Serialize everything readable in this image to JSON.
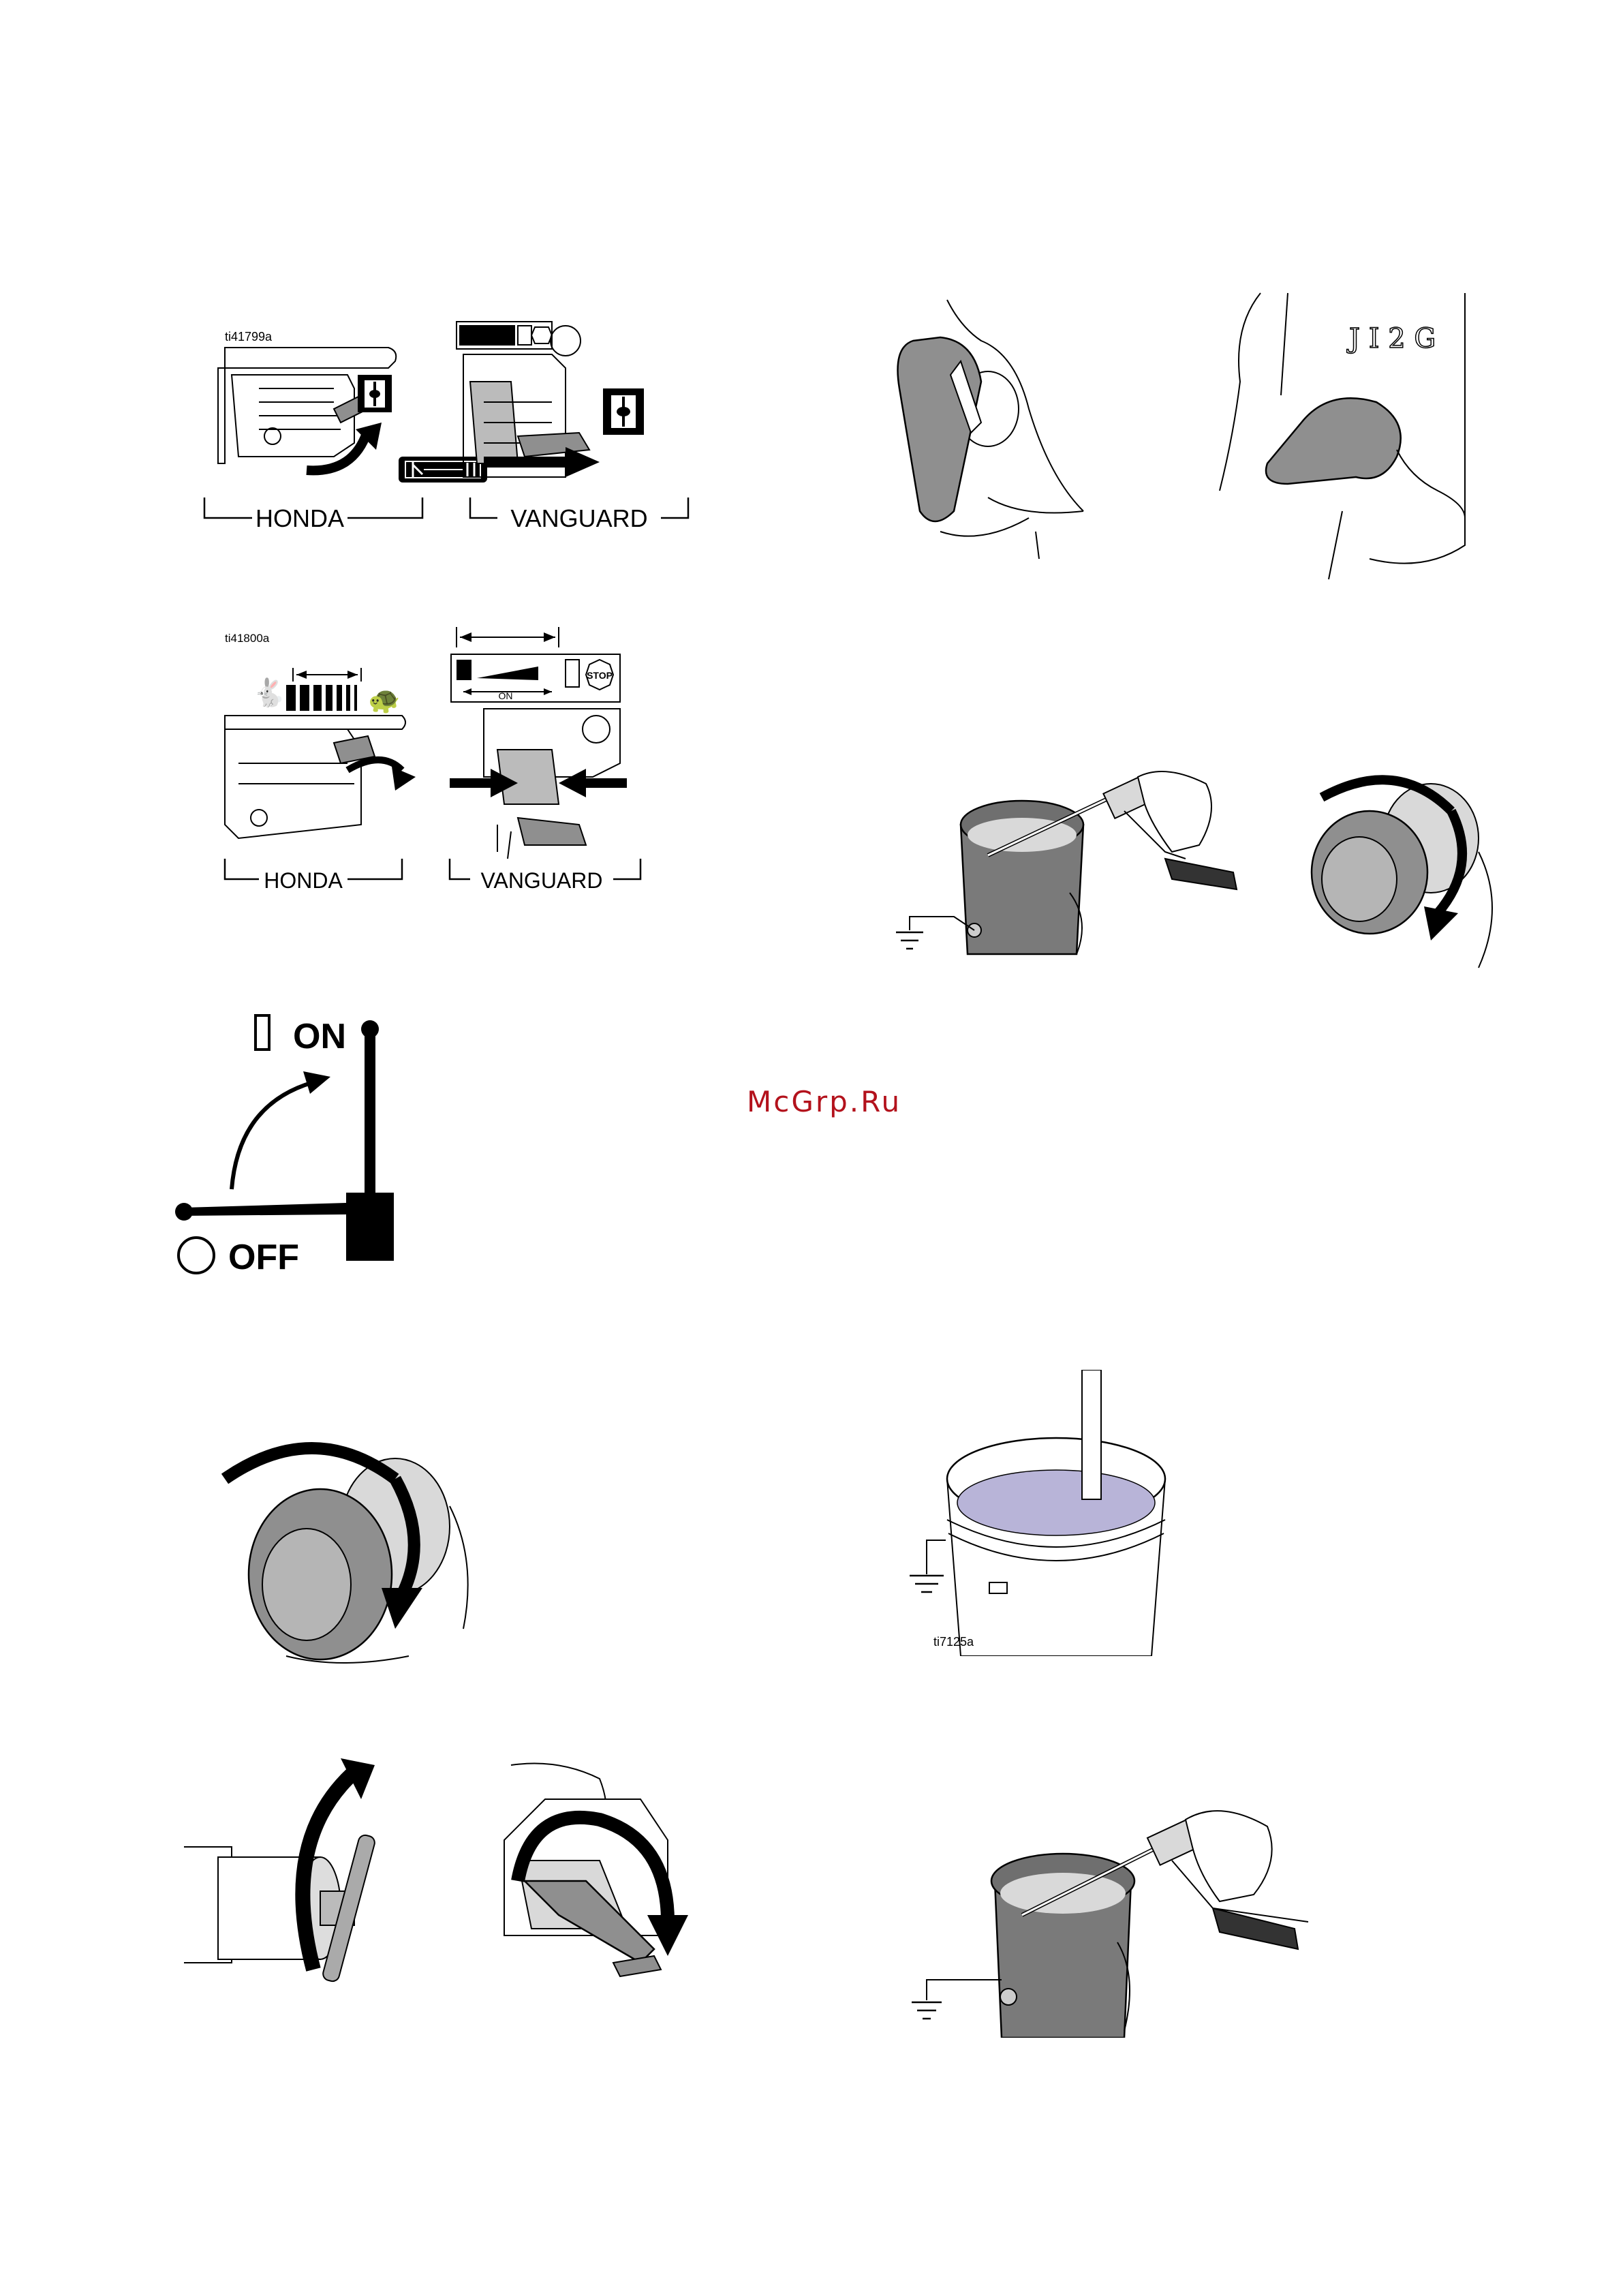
{
  "figures": {
    "choke": {
      "ref": "ti41799a",
      "left_label": "HONDA",
      "right_label": "VANGUARD"
    },
    "throttle": {
      "ref": "ti41800a",
      "left_label": "HONDA",
      "right_label": "VANGUARD",
      "decal_on": "ON",
      "decal_stop": "STOP"
    },
    "switch": {
      "on_label": "ON",
      "off_label": "OFF"
    },
    "flush_bucket": {
      "ref": "ti7125a"
    }
  },
  "watermark": {
    "text": "McGrp.Ru",
    "color": "#b3121c"
  },
  "colors": {
    "part_gray": "#8f8f8f",
    "light_gray": "#d9d9d9",
    "bucket_gray": "#7a7a7a",
    "paint_lilac": "#b8b4d8"
  }
}
